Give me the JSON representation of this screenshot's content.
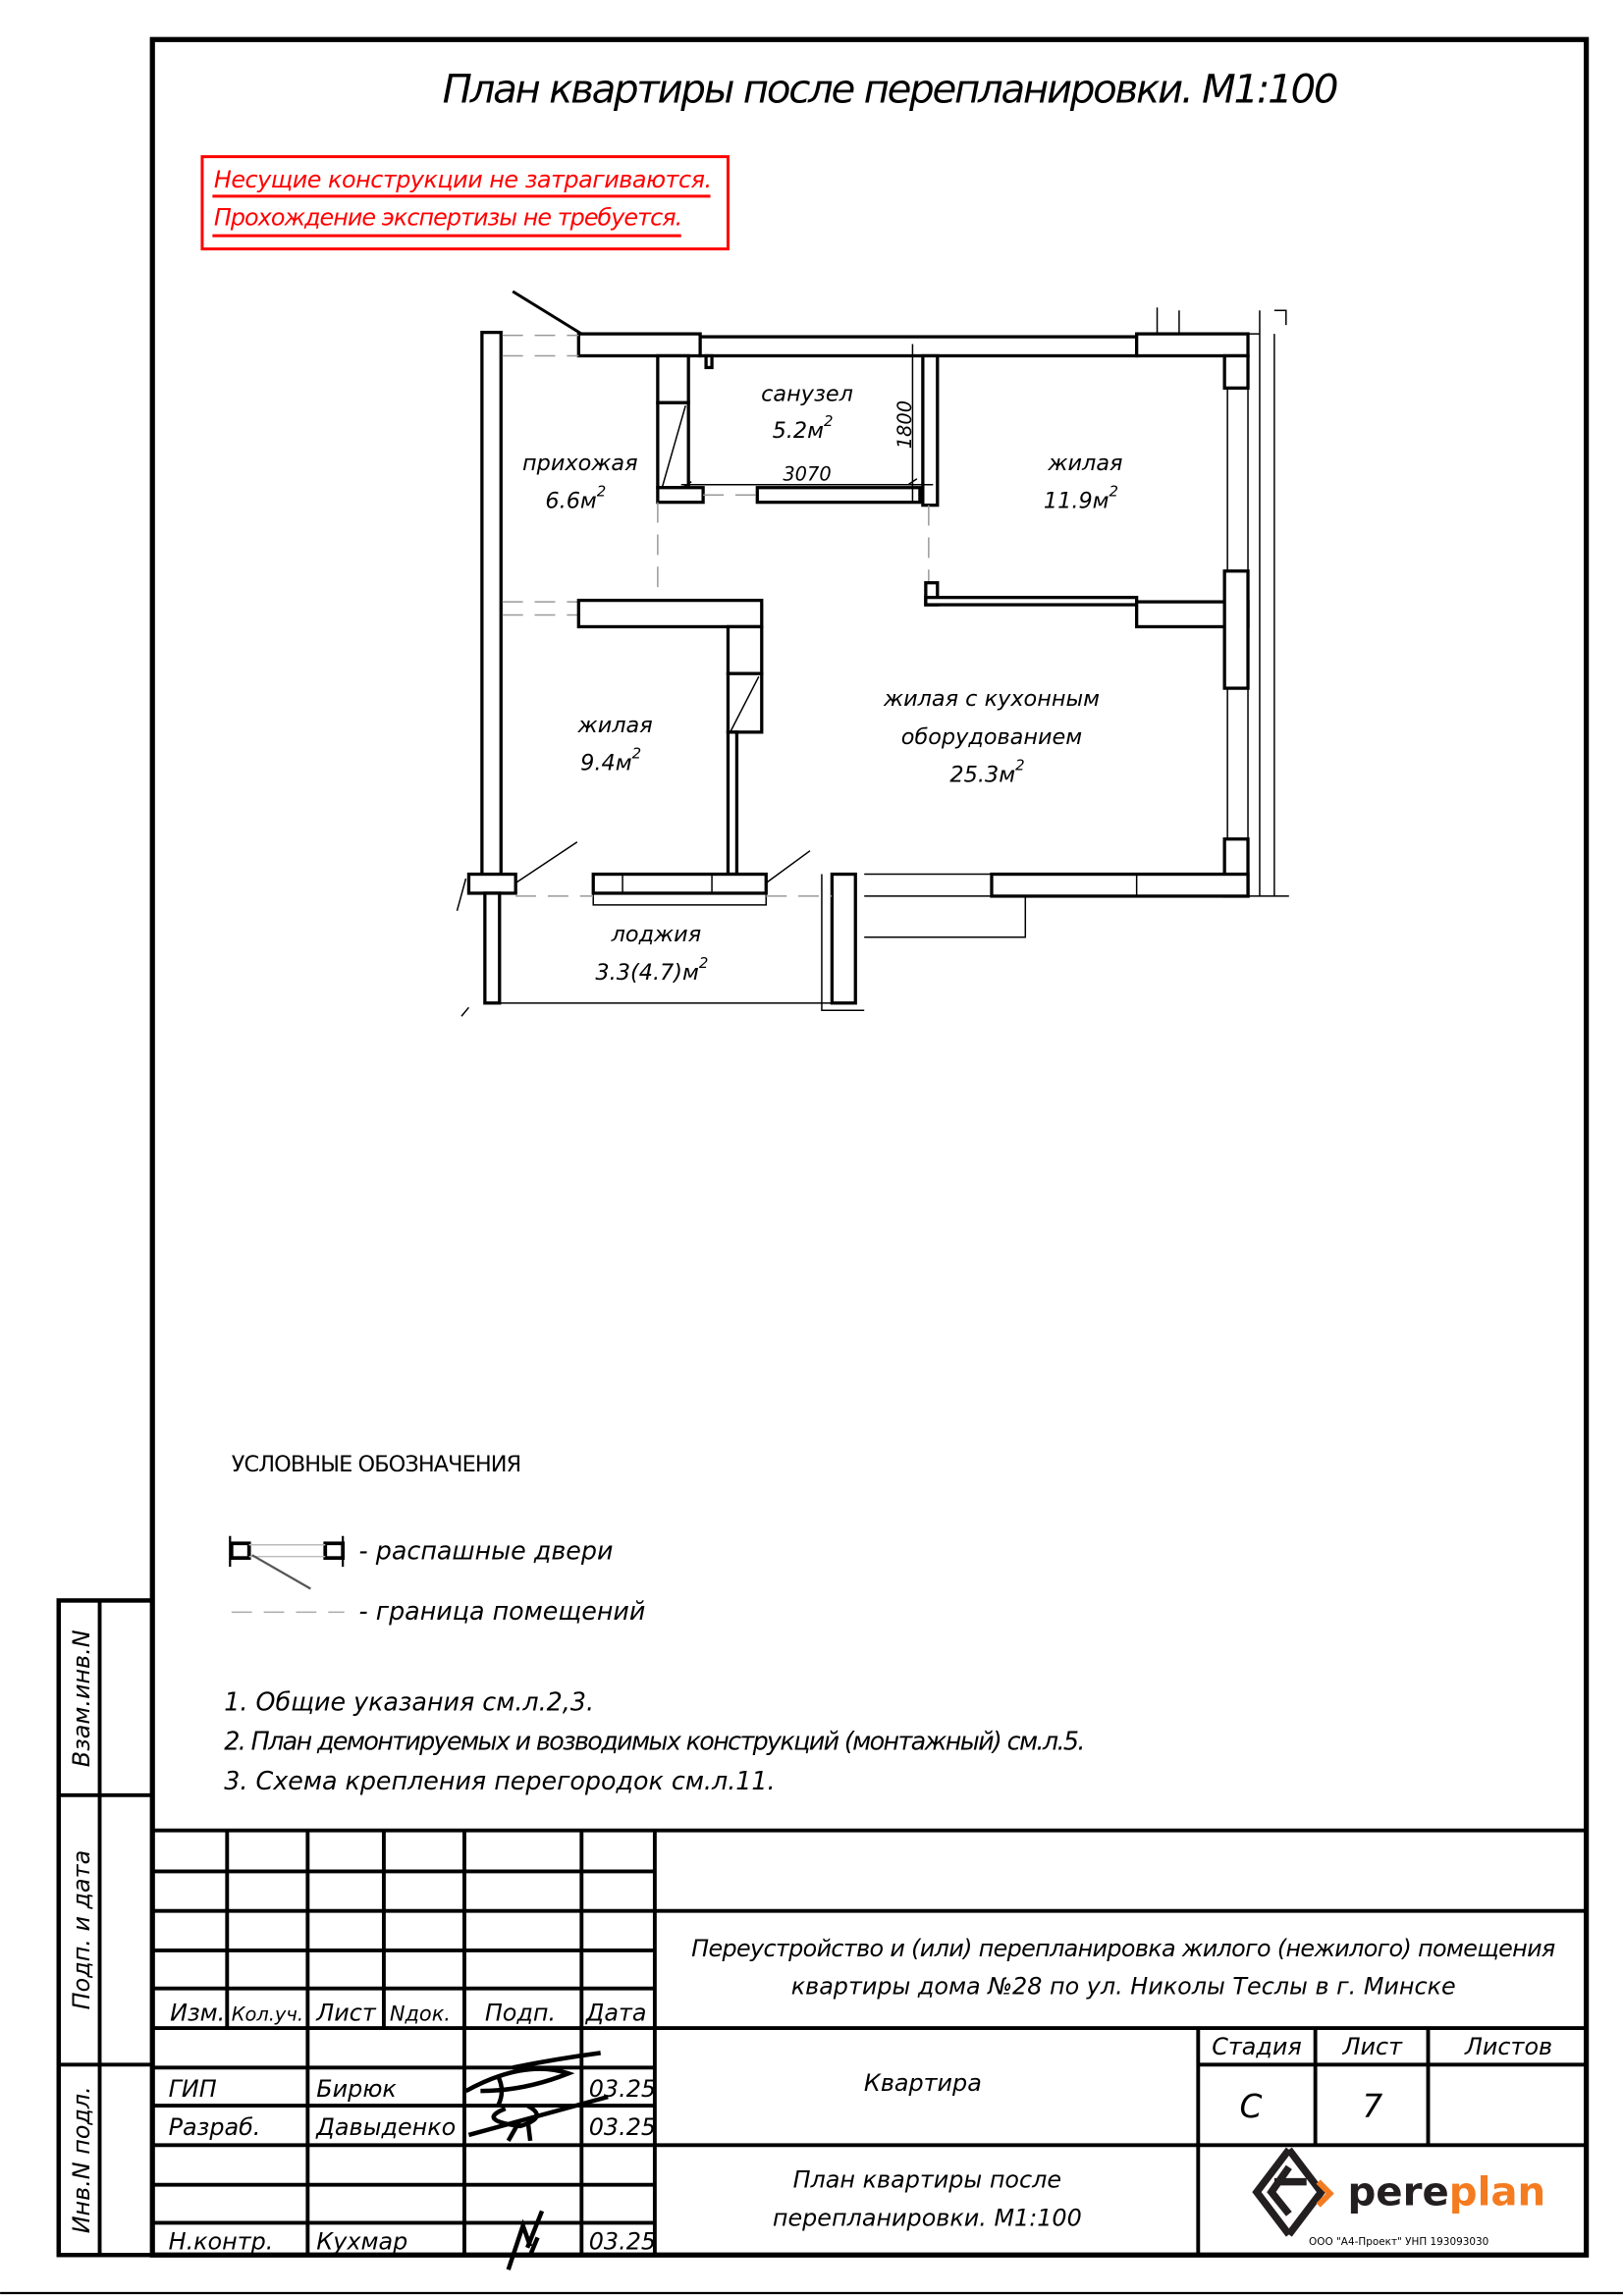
{
  "sheet": {
    "title": "План квартиры после  перепланировки. М1:100",
    "notice": [
      "Несущие конструкции не затрагиваются.",
      "Прохождение экспертизы не требуется."
    ],
    "colors": {
      "notice": "#ff0000",
      "logo_orange": "#f47b20",
      "logo_dark": "#231f20"
    }
  },
  "plan": {
    "rooms": [
      {
        "name": "прихожая",
        "area": "6.6м"
      },
      {
        "name": "санузел",
        "area": "5.2м"
      },
      {
        "name": "жилая",
        "area": "11.9м"
      },
      {
        "name": "жилая",
        "area": "9.4м"
      },
      {
        "name_line1": "жилая с кухонным",
        "name_line2": "оборудованием",
        "area": "25.3м"
      },
      {
        "name": "лоджия",
        "area": "3.3(4.7)м"
      }
    ],
    "area_exponent": "2",
    "dimensions": {
      "width": "3070",
      "height": "1800"
    }
  },
  "legend": {
    "title": "УСЛОВНЫЕ ОБОЗНАЧЕНИЯ",
    "items": [
      "- распашные двери",
      "- граница помещений"
    ]
  },
  "notes": [
    "1.  Общие указания см.л.2,3.",
    "2.  План демонтируемых и возводимых конструкций (монтажный) см.л.5.",
    "3.  Схема крепления перегородок см.л.11."
  ],
  "side_strip": [
    "Взам.инв.N",
    "Подп. и дата",
    "Инв.N подл."
  ],
  "title_block": {
    "headers": [
      "Изм.",
      "Кол.уч.",
      "Лист",
      "Nдок.",
      "Подп.",
      "Дата"
    ],
    "signers": [
      {
        "role": "ГИП",
        "name": "Бирюк",
        "date": "03.25"
      },
      {
        "role": "Разраб.",
        "name": "Давыденко",
        "date": "03.25"
      },
      {
        "role": "Н.контр.",
        "name": "Кухмар",
        "date": "03.25"
      }
    ],
    "project": [
      "Переустройство и (или) перепланировка жилого (нежилого) помещения",
      "квартиры дома №28 по ул. Николы Теслы в г. Минске"
    ],
    "object": "Квартира",
    "stage_headers": [
      "Стадия",
      "Лист",
      "Листов"
    ],
    "stage": "С",
    "sheet_no": "7",
    "sheets_total": "",
    "drawing_title": [
      "План квартиры после",
      "перепланировки. М1:100"
    ],
    "logo": {
      "part1": "pere",
      "part2": "plan",
      "caption": "ООО \"А4-Проект\" УНП 193093030"
    }
  }
}
